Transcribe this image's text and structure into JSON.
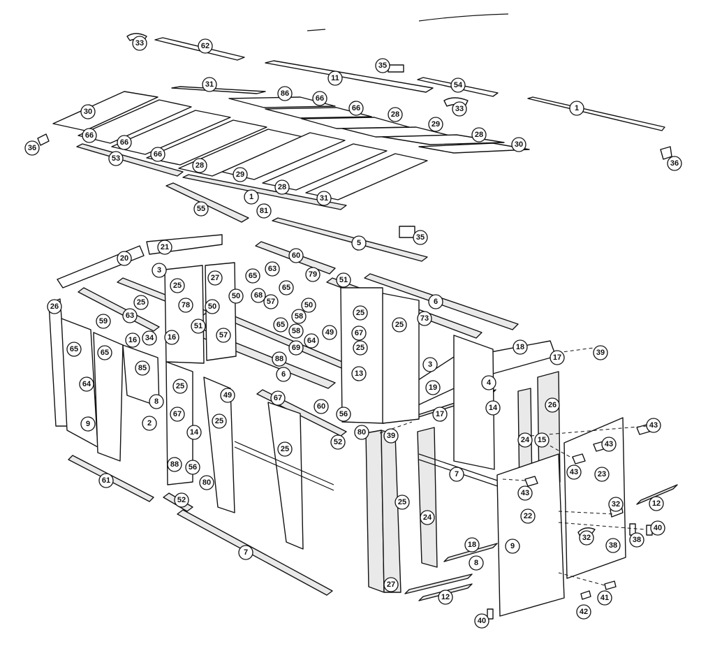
{
  "diagram": {
    "colors": {
      "ink": "#111111",
      "paper": "#ffffff",
      "shade": "#e9e9e9"
    },
    "callouts": [
      "33",
      "62",
      "35",
      "11",
      "54",
      "33",
      "1",
      "31",
      "86",
      "66",
      "66",
      "28",
      "29",
      "30",
      "28",
      "30",
      "36",
      "36",
      "66",
      "66",
      "66",
      "53",
      "28",
      "29",
      "28",
      "31",
      "1",
      "81",
      "55",
      "5",
      "35",
      "20",
      "21",
      "3",
      "25",
      "27",
      "65",
      "63",
      "65",
      "79",
      "51",
      "60",
      "6",
      "73",
      "25",
      "25",
      "26",
      "25",
      "59",
      "63",
      "78",
      "50",
      "50",
      "68",
      "57",
      "50",
      "58",
      "65",
      "49",
      "67",
      "25",
      "18",
      "17",
      "39",
      "65",
      "65",
      "16",
      "34",
      "16",
      "51",
      "57",
      "58",
      "64",
      "69",
      "88",
      "85",
      "6",
      "13",
      "3",
      "19",
      "4",
      "14",
      "17",
      "64",
      "25",
      "67",
      "49",
      "8",
      "2",
      "9",
      "14",
      "25",
      "67",
      "60",
      "56",
      "52",
      "80",
      "39",
      "25",
      "26",
      "24",
      "15",
      "43",
      "43",
      "43",
      "23",
      "88",
      "56",
      "80",
      "61",
      "52",
      "7",
      "25",
      "24",
      "7",
      "43",
      "22",
      "32",
      "12",
      "40",
      "32",
      "38",
      "38",
      "18",
      "9",
      "8",
      "27",
      "12",
      "41",
      "42",
      "40"
    ]
  }
}
